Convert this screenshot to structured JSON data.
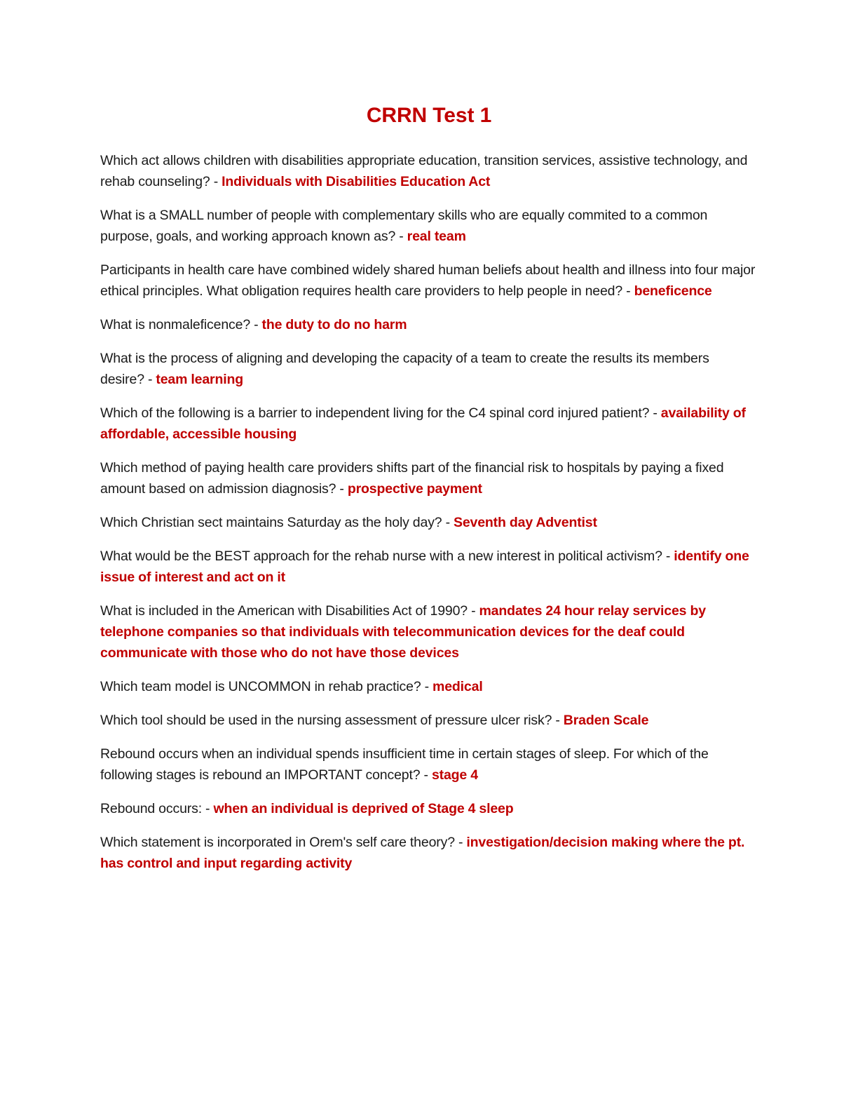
{
  "document": {
    "title": "CRRN Test 1",
    "title_color": "#C00000",
    "answer_color": "#C00000",
    "question_color": "#1a1a1a",
    "background_color": "#ffffff",
    "separator": " - "
  },
  "items": [
    {
      "question": "Which act allows children with disabilities appropriate education, transition services, assistive technology, and rehab counseling?",
      "answer": "Individuals with Disabilities Education Act"
    },
    {
      "question": "What is a SMALL number of people with complementary skills who are equally commited to a common purpose, goals, and working approach known as?",
      "answer": "real team"
    },
    {
      "question": "Participants in health care have combined widely shared human beliefs about health and illness into four major ethical principles. What obligation requires health care providers to help people in need?",
      "answer": "beneficence"
    },
    {
      "question": "What is nonmaleficence?",
      "answer": "the duty to do no harm"
    },
    {
      "question": "What is the process of aligning and developing the capacity of a team to create the results its members desire?",
      "answer": "team learning"
    },
    {
      "question": "Which of the following is a barrier to independent living for the C4 spinal cord injured patient?",
      "answer": "availability of affordable, accessible housing"
    },
    {
      "question": "Which method of paying health care providers shifts part of the financial risk to hospitals by paying a fixed amount based on admission diagnosis?",
      "answer": "prospective payment"
    },
    {
      "question": "Which Christian sect maintains Saturday as the holy day?",
      "answer": "Seventh day Adventist"
    },
    {
      "question": "What would be the BEST approach for the rehab nurse with a new interest in political activism?",
      "answer": "identify one issue of interest and act on it"
    },
    {
      "question": "What is included in the American with Disabilities Act of 1990?",
      "answer": "mandates 24 hour relay services by telephone companies so that individuals with telecommunication devices for the deaf could communicate with those who do not have those devices"
    },
    {
      "question": "Which team model is UNCOMMON in rehab practice?",
      "answer": "medical"
    },
    {
      "question": "Which tool should be used in the nursing assessment of pressure ulcer risk?",
      "answer": "Braden Scale"
    },
    {
      "question": "Rebound occurs when an individual spends insufficient time in certain stages of sleep. For which of the following stages is rebound an IMPORTANT concept?",
      "answer": "stage 4"
    },
    {
      "question": "Rebound occurs:",
      "answer": "when an individual is deprived of Stage 4 sleep"
    },
    {
      "question": "Which statement is incorporated in Orem's self care theory?",
      "answer": "investigation/decision making where the pt. has control and input regarding activity"
    }
  ]
}
